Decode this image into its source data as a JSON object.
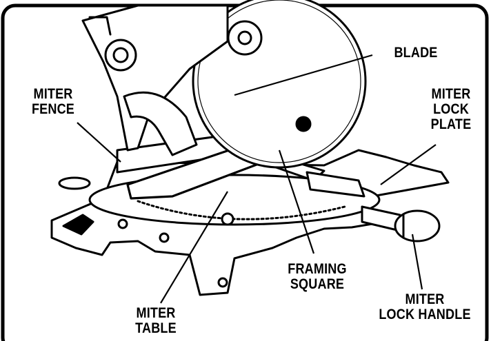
{
  "labels": {
    "blade": "BLADE",
    "miter_fence": [
      "MITER",
      "FENCE"
    ],
    "miter_lock_plate": [
      "MITER",
      "LOCK",
      "PLATE"
    ],
    "framing_square": [
      "FRAMING",
      "SQUARE"
    ],
    "miter_table": [
      "MITER",
      "TABLE"
    ],
    "miter_lock_handle": [
      "MITER",
      "LOCK HANDLE"
    ]
  }
}
